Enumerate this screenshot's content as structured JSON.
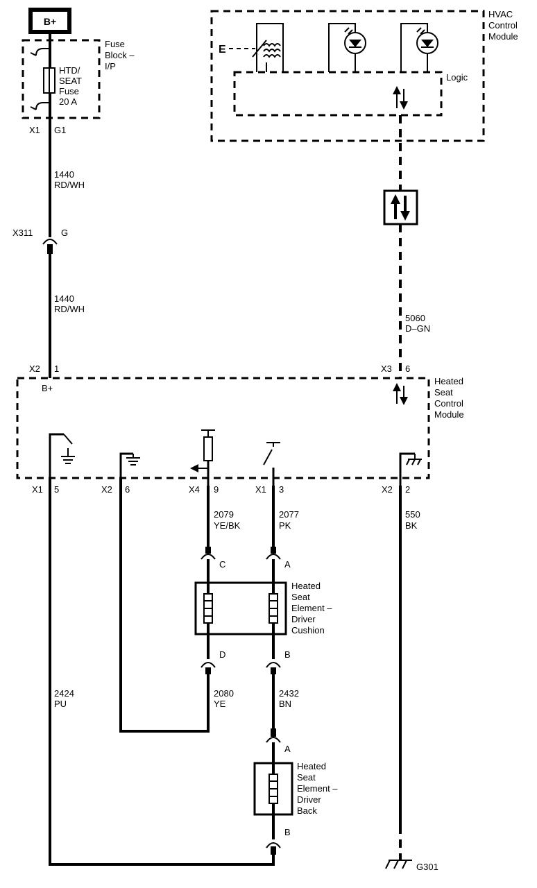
{
  "labels": {
    "bplus_box": "B+",
    "fuse_block_1": "Fuse",
    "fuse_block_2": "Block –",
    "fuse_block_3": "I/P",
    "fuse_name_1": "HTD/",
    "fuse_name_2": "SEAT",
    "fuse_name_3": "Fuse",
    "fuse_rating": "20 A",
    "fuse_conn": "X1",
    "fuse_pin": "G1",
    "wire_1440_num_a": "1440",
    "wire_1440_col_a": "RD/WH",
    "inline_conn": "X311",
    "inline_pin": "G",
    "wire_1440_num_b": "1440",
    "wire_1440_col_b": "RD/WH",
    "hvac_1": "HVAC",
    "hvac_2": "Control",
    "hvac_3": "Module",
    "logic": "Logic",
    "e_label": "E",
    "wire_5060_num": "5060",
    "wire_5060_col": "D–GN",
    "hscm_conn_x2": "X2",
    "hscm_pin_1": "1",
    "hscm_bplus": "B+",
    "hscm_conn_x3": "X3",
    "hscm_pin_6": "6",
    "hscm_1": "Heated",
    "hscm_2": "Seat",
    "hscm_3": "Control",
    "hscm_4": "Module",
    "bot_x1a": "X1",
    "bot_5": "5",
    "bot_x2a": "X2",
    "bot_6": "6",
    "bot_x4": "X4",
    "bot_9": "9",
    "bot_x1b": "X1",
    "bot_3": "3",
    "bot_x2b": "X2",
    "bot_2": "2",
    "wire_2079_num": "2079",
    "wire_2079_col": "YE/BK",
    "wire_2077_num": "2077",
    "wire_2077_col": "PK",
    "wire_550_num": "550",
    "wire_550_col": "BK",
    "pin_c": "C",
    "pin_a1": "A",
    "cushion_1": "Heated",
    "cushion_2": "Seat",
    "cushion_3": "Element –",
    "cushion_4": "Driver",
    "cushion_5": "Cushion",
    "pin_d": "D",
    "pin_b1": "B",
    "wire_2424_num": "2424",
    "wire_2424_col": "PU",
    "wire_2080_num": "2080",
    "wire_2080_col": "YE",
    "wire_2432_num": "2432",
    "wire_2432_col": "BN",
    "pin_a2": "A",
    "back_1": "Heated",
    "back_2": "Seat",
    "back_3": "Element –",
    "back_4": "Driver",
    "back_5": "Back",
    "pin_b2": "B",
    "ground_label": "G301"
  }
}
